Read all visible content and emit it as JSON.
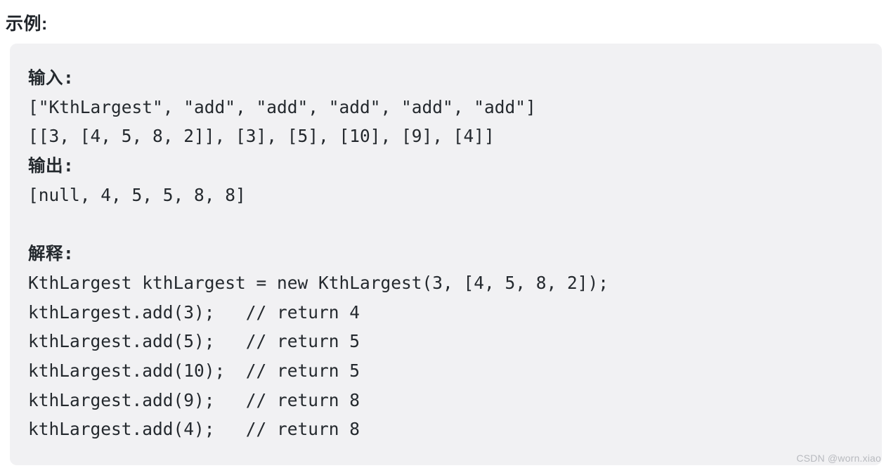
{
  "page": {
    "background_color": "#ffffff",
    "section_title": "示例:"
  },
  "code_block": {
    "background_color": "#f1f1f3",
    "text_color": "#24292e",
    "lines": [
      {
        "text": "输入:",
        "bold": true
      },
      {
        "text": "[\"KthLargest\", \"add\", \"add\", \"add\", \"add\", \"add\"]",
        "bold": false
      },
      {
        "text": "[[3, [4, 5, 8, 2]], [3], [5], [10], [9], [4]]",
        "bold": false
      },
      {
        "text": "输出:",
        "bold": true
      },
      {
        "text": "[null, 4, 5, 5, 8, 8]",
        "bold": false
      },
      {
        "text": "",
        "bold": false
      },
      {
        "text": "解释:",
        "bold": true
      },
      {
        "text": "KthLargest kthLargest = new KthLargest(3, [4, 5, 8, 2]);",
        "bold": false
      },
      {
        "text": "kthLargest.add(3);   // return 4",
        "bold": false
      },
      {
        "text": "kthLargest.add(5);   // return 5",
        "bold": false
      },
      {
        "text": "kthLargest.add(10);  // return 5",
        "bold": false
      },
      {
        "text": "kthLargest.add(9);   // return 8",
        "bold": false
      },
      {
        "text": "kthLargest.add(4);   // return 8",
        "bold": false
      }
    ]
  },
  "watermark": {
    "text": "CSDN @worn.xiao",
    "color": "#b8babf"
  }
}
